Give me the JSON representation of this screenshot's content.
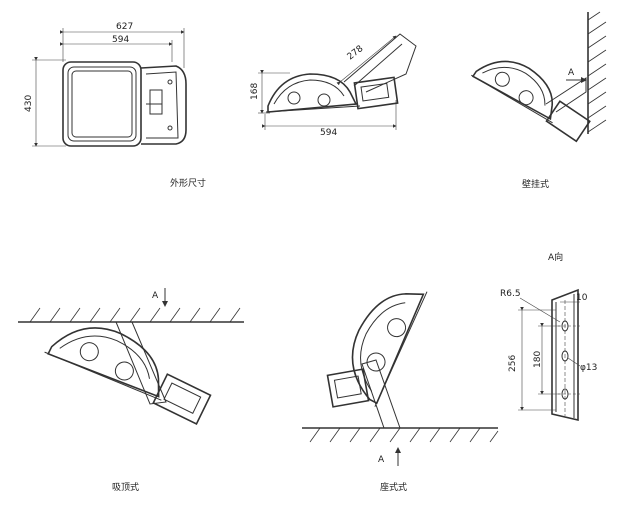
{
  "captions": {
    "outline": "外形尺寸",
    "wall": "壁挂式",
    "ceiling": "吸顶式",
    "floor": "座式式"
  },
  "dimensions": {
    "top_width": "627",
    "inner_width": "594",
    "height": "430",
    "side_height": "168",
    "side_width": "594",
    "arm_length": "278",
    "radius": "R6.5",
    "slot": "10",
    "pitch": "180",
    "total": "256",
    "hole": "φ13"
  },
  "markers": {
    "view_a": "A",
    "view_a_dir": "A向"
  }
}
